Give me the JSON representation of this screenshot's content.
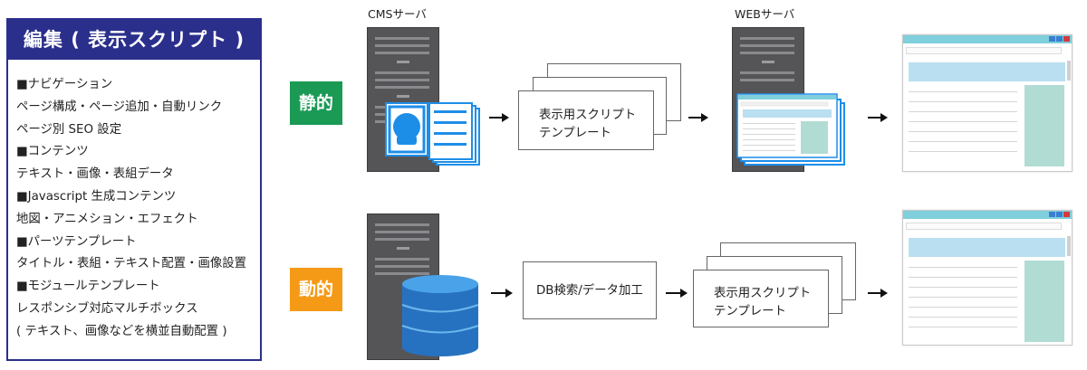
{
  "left_panel": {
    "title": "編集 ( 表示スクリプト )",
    "items": [
      "■ナビゲーション",
      "ページ構成・ページ追加・自動リンク",
      "ページ別 SEO 設定",
      "■コンテンツ",
      "テキスト・画像・表組データ",
      "■Javascript 生成コンテンツ",
      "地図・アニメション・エフェクト",
      "■パーツテンプレート",
      "タイトル・表組・テキスト配置・画像設置",
      "■モジュールテンプレート",
      "レスポンシブ対応マルチボックス",
      "( テキスト、画像などを横並自動配置 )"
    ]
  },
  "static_row": {
    "label": "静的",
    "label_color": "#1a9a55",
    "cms_caption": "CMSサーバ",
    "web_caption": "WEBサーバ",
    "template_text_line1": "表示用スクリプト",
    "template_text_line2": "テンプレート"
  },
  "dynamic_row": {
    "label": "動的",
    "label_color": "#f59a16",
    "db_text": "DB検索/データ加工",
    "template_text_line1": "表示用スクリプト",
    "template_text_line2": "テンプレート"
  },
  "colors": {
    "panel_blue": "#2b2f8c",
    "doc_blue": "#1d8ee8",
    "db_blue": "#2672c0"
  },
  "icons": [
    "server-icon",
    "person-icon",
    "document-icon",
    "database-icon",
    "browser-window-icon",
    "arrow-right-icon"
  ]
}
